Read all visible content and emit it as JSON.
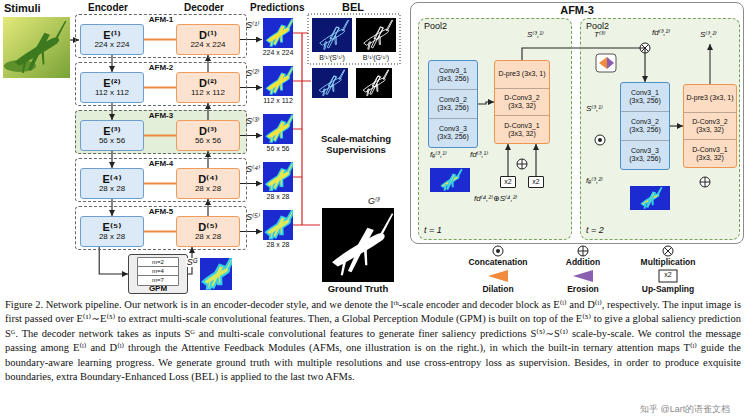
{
  "diagram": {
    "caption": "Figure 2. Network pipeline. Our network is in an encoder-decoder style, and we denote the lᵗʰ-scale encoder and decoder block as E⁽ˡ⁾ and D⁽ˡ⁾, respectively. The input image is first passed over E⁽¹⁾∼E⁽⁵⁾ to extract multi-scale convolutional features. Then, a Global Perception Module (GPM) is built on top of the E⁽⁵⁾ to give a global saliency prediction Sᴳ. The decoder network takes as inputs Sᴳ and multi-scale convolutional features to generate finer saliency predictions S⁽⁵⁾∼S⁽¹⁾ scale-by-scale. We control the message passing among E⁽ˡ⁾ and D⁽ˡ⁾ through the Attentive Feedback Modules (AFMs, one illustration is on the right.), in which the built-in ternary attention maps T⁽ˡ⁾ guide the boundary-aware learning progress. We generate ground truth with multiple resolutions and use cross-entropy loss as supervision. Besides, in order to produce exquisite boundaries, extra Boundary-Enhanced Loss (BEL) is applied to the last two AFMs.",
    "nodes": [
      {
        "text": [
          "AFM-1"
        ]
      },
      {
        "text": [
          "E⁽¹⁾",
          "224 x 224"
        ],
        "in": 0
      },
      {
        "text": [
          "D⁽¹⁾",
          "224 x 224"
        ],
        "in": 0
      },
      {
        "text": [
          "AFM-2"
        ]
      },
      {
        "text": [
          "E⁽²⁾",
          "112 x 112"
        ],
        "in": 3
      },
      {
        "text": [
          "D⁽²⁾",
          "112 x 112"
        ],
        "in": 3
      },
      {
        "text": [
          "AFM-3"
        ]
      },
      {
        "text": [
          "E⁽³⁾",
          "56 x 56"
        ],
        "in": 6
      },
      {
        "text": [
          "D⁽³⁾",
          "56 x 56"
        ],
        "in": 6
      },
      {
        "text": [
          "AFM-4"
        ]
      },
      {
        "text": [
          "E⁽⁴⁾",
          "28 x 28"
        ],
        "in": 9
      },
      {
        "text": [
          "D⁽⁴⁾",
          "28 x 28"
        ],
        "in": 9
      },
      {
        "text": [
          "AFM-5"
        ]
      },
      {
        "text": [
          "E⁽⁵⁾",
          "28 x 28"
        ],
        "in": 12
      },
      {
        "text": [
          "D⁽⁵⁾",
          "28 x 28"
        ],
        "in": 12
      },
      {
        "text": [
          "GPM"
        ]
      },
      {
        "text": [
          "m=2"
        ],
        "in": 15
      },
      {
        "text": [
          "m=4"
        ],
        "in": 15
      },
      {
        "text": [
          "m=7"
        ],
        "in": 15
      },
      {
        "text": [
          "AFM-3"
        ]
      },
      {
        "text": [
          "Pool2",
          "t = 1"
        ],
        "in": 19
      },
      {
        "text": [
          "Conv3_1 (3x3, 256)",
          "Conv3_2 (3x3, 256)",
          "Conv3_3 (3x3, 256)"
        ],
        "in": 20
      },
      {
        "text": [
          "D-pre3 (3x3, 1)",
          "D-Conv3_2 (3x3, 32)",
          "D-Conv3_1 (3x3, 32)"
        ],
        "in": 20
      },
      {
        "text": [
          "x2"
        ],
        "in": 20
      },
      {
        "text": [
          "x2"
        ],
        "in": 20
      },
      {
        "text": [
          "Pool2",
          "t = 2"
        ],
        "in": 19
      },
      {
        "text": [
          "Conv3_1 (3x3, 256)",
          "Conv3_2 (3x3, 256)",
          "Conv3_3 (3x3, 256)"
        ],
        "in": 25
      },
      {
        "text": [
          "D-pre3 (3x3, 1)",
          "D-Conv3_2 (3x3, 32)",
          "D-Conv3_1 (3x3, 32)"
        ],
        "in": 25
      }
    ],
    "edges": [
      {
        "from": 1,
        "to": 2,
        "arrow": "none"
      },
      {
        "from": 4,
        "to": 5,
        "arrow": "none"
      },
      {
        "from": 7,
        "to": 8,
        "arrow": "none"
      },
      {
        "from": 10,
        "to": 11,
        "arrow": "none"
      },
      {
        "from": 13,
        "to": 14,
        "arrow": "none"
      },
      {
        "from": 1,
        "to": 4,
        "arrow": "to"
      },
      {
        "from": 4,
        "to": 7,
        "arrow": "to"
      },
      {
        "from": 7,
        "to": 10,
        "arrow": "to"
      },
      {
        "from": 10,
        "to": 13,
        "arrow": "to"
      },
      {
        "from": 13,
        "to": 15,
        "arrow": "to"
      },
      {
        "from": 15,
        "to": 14,
        "arrow": "to",
        "label": "Sᴳ"
      },
      {
        "from": 14,
        "to": 11,
        "arrow": "to"
      },
      {
        "from": 11,
        "to": 8,
        "arrow": "to"
      },
      {
        "from": 8,
        "to": 5,
        "arrow": "to"
      },
      {
        "from": 5,
        "to": 2,
        "arrow": "to"
      },
      {
        "from": 21,
        "to": 22,
        "arrow": "to"
      },
      {
        "from": 23,
        "to": 22,
        "arrow": "to"
      },
      {
        "from": 24,
        "to": 22,
        "arrow": "to"
      },
      {
        "from": 22,
        "to": 26,
        "arrow": "to"
      },
      {
        "from": 26,
        "to": 27,
        "arrow": "to"
      }
    ],
    "labels": [
      "Stimuli",
      "Encoder",
      "Decoder",
      "Predictions",
      "BEL",
      "S⁽¹⁾",
      "S⁽²⁾",
      "S⁽³⁾",
      "S⁽⁴⁾",
      "S⁽⁵⁾",
      "224 x 224",
      "112 x 112",
      "56 x 56",
      "28 x 28",
      "28 x 28",
      "B⁽¹⁾(S⁽¹⁾)",
      "B⁽¹⁾(G⁽¹⁾)",
      "Scale-matching Supervisions",
      "G⁽ˡ⁾",
      "Ground Truth",
      "S⁽³,¹⁾",
      "fd⁽³,¹⁾",
      "fₑ⁽³,¹⁾",
      "fd⁽⁴,²⁾⊕S⁽⁴,²⁾",
      "T⁽³⁾",
      "fd⁽³,²⁾",
      "S⁽³,²⁾",
      "S⁽³,¹⁾",
      "fₑ⁽³,²⁾",
      "x2",
      "知乎 @Lart的语雀文档"
    ],
    "legend": [
      {
        "text": "Concatenation"
      },
      {
        "text": "Addition"
      },
      {
        "text": "Multiplication"
      },
      {
        "text": "Dilation"
      },
      {
        "text": "Erosion"
      },
      {
        "text": "Up-Sampling"
      }
    ]
  }
}
